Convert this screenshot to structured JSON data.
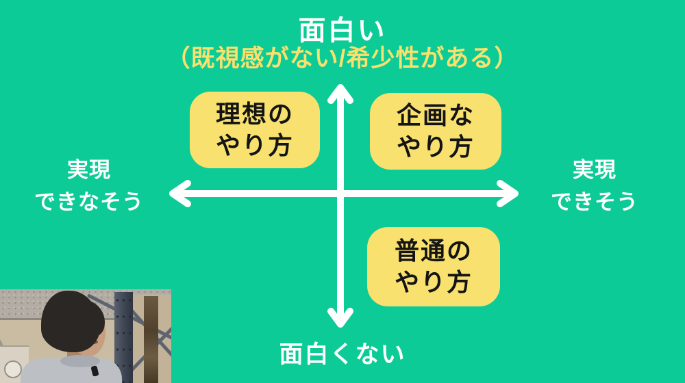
{
  "colors": {
    "background": "#0DCB96",
    "quadrant_box": "#F8E16E",
    "axis_arrow": "#FFFFFF",
    "axis_text_white": "#FFFFFF",
    "axis_subtitle_yellow": "#F8E16E",
    "quadrant_text": "#141414"
  },
  "diagram": {
    "axis_top": {
      "line1": "面白い",
      "line2": "（既視感がない/希少性がある）"
    },
    "axis_bottom": {
      "label": "面白くない"
    },
    "axis_left": {
      "line1": "実現",
      "line2": "できなそう"
    },
    "axis_right": {
      "line1": "実現",
      "line2": "できそう"
    },
    "quadrants": [
      {
        "position": "top-left",
        "line1": "理想の",
        "line2": "やり方"
      },
      {
        "position": "top-right",
        "line1": "企画な",
        "line2": "やり方"
      },
      {
        "position": "bottom-right",
        "line1": "普通の",
        "line2": "やり方"
      }
    ]
  }
}
